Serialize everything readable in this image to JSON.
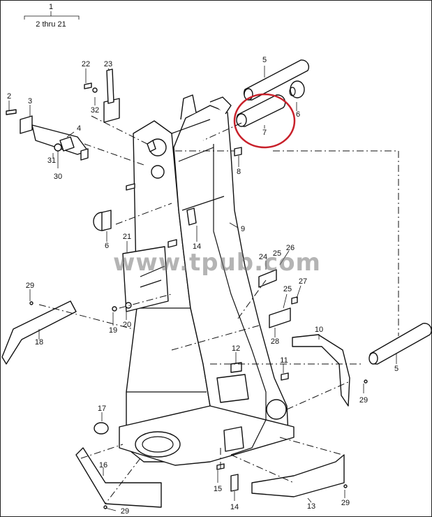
{
  "header": {
    "index": "1",
    "range": "2 thru 21"
  },
  "callouts": {
    "c2": "2",
    "c3": "3",
    "c4": "4",
    "c5a": "5",
    "c5b": "5",
    "c6a": "6",
    "c6b": "6",
    "c7": "7",
    "c8": "8",
    "c9": "9",
    "c10": "10",
    "c11": "11",
    "c12": "12",
    "c13": "13",
    "c14a": "14",
    "c14b": "14",
    "c15": "15",
    "c16": "16",
    "c17": "17",
    "c18": "18",
    "c19": "19",
    "c20": "20",
    "c21": "21",
    "c22": "22",
    "c23": "23",
    "c24": "24",
    "c25a": "25",
    "c25b": "25",
    "c26": "26",
    "c27": "27",
    "c28": "28",
    "c29a": "29",
    "c29b": "29",
    "c29c": "29",
    "c29d": "29",
    "c30": "30",
    "c31": "31",
    "c32": "32"
  },
  "watermark": "www.tpub.com",
  "highlight": {
    "item": "7",
    "color": "#c8202a"
  }
}
